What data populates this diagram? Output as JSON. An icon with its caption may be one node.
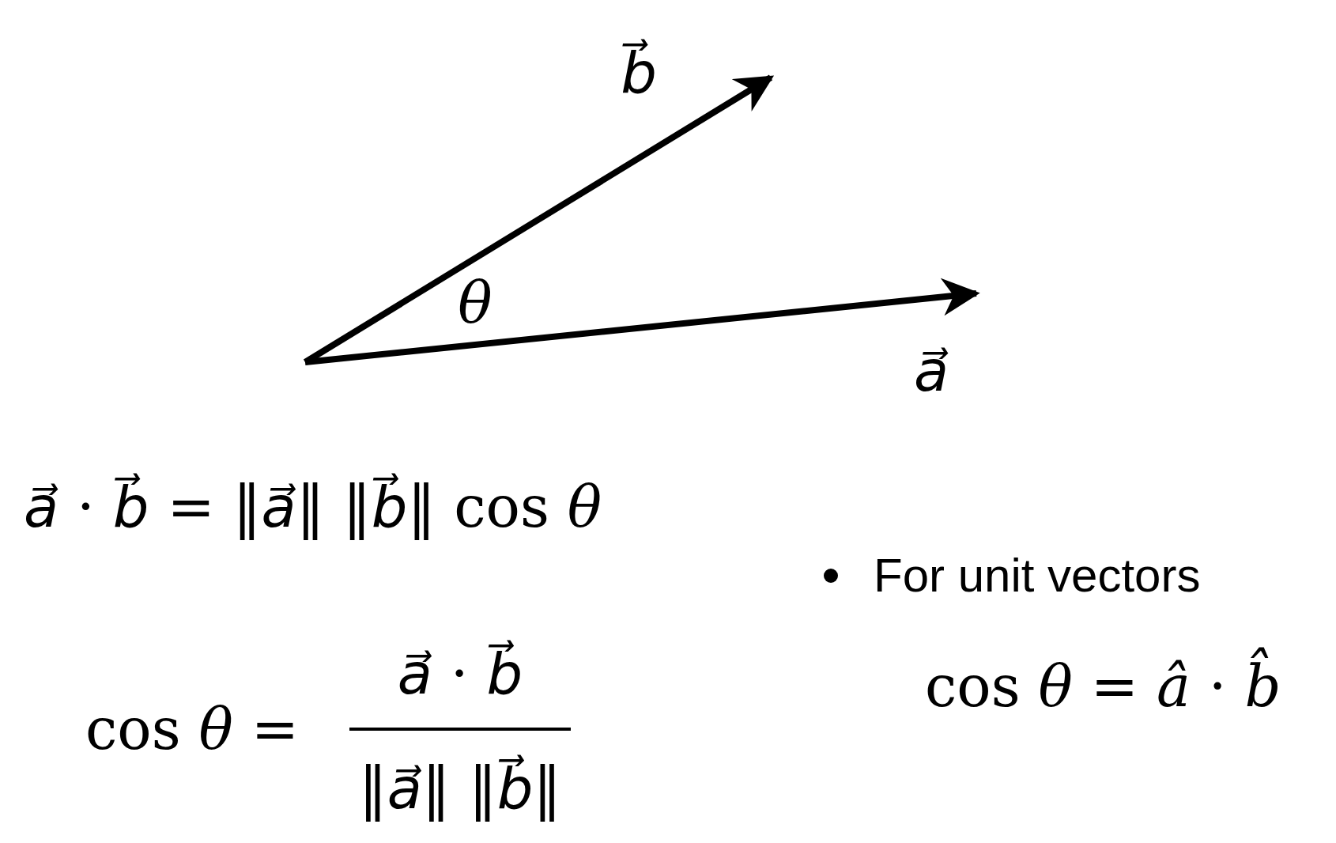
{
  "diagram": {
    "labels": [
      "*b⃗*",
      "*θ*",
      "*a⃗*",
      "*a⃗* · *b⃗* = ‖*a⃗*‖ ‖*b⃗*‖ cos *θ*",
      "cos *θ* =",
      "*a⃗* · *b⃗*",
      "‖*a⃗*‖ ‖*b⃗*‖",
      "For unit vectors",
      "cos *θ* = *â* · *b̂*"
    ]
  }
}
